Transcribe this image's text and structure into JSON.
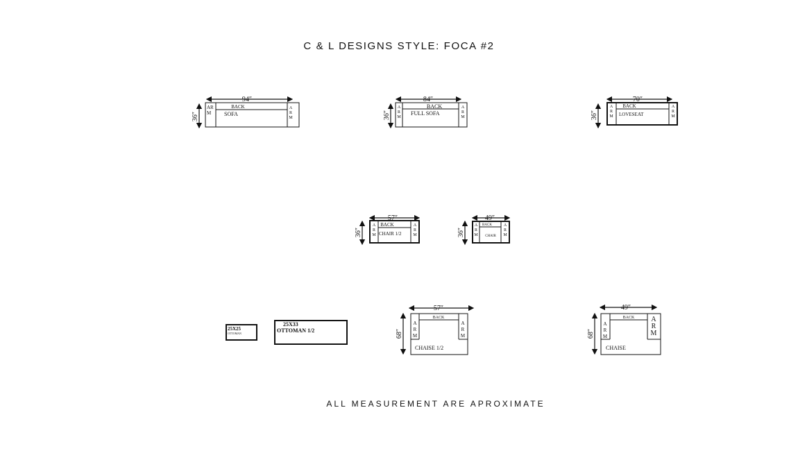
{
  "header": {
    "title": "C & L DESIGNS STYLE: FOCA #2"
  },
  "footer": {
    "note": "ALL MEASUREMENT ARE APROXIMATE"
  },
  "labels": {
    "back": "BACK",
    "arm_a": "A",
    "arm_r": "R",
    "arm_m": "M",
    "arm_ar": "AR"
  },
  "pieces": {
    "sofa": {
      "width": "94″",
      "depth": "36″",
      "name": "SOFA"
    },
    "full_sofa": {
      "width": "84″",
      "depth": "36″",
      "name": "FULL SOFA"
    },
    "loveseat": {
      "width": "70″",
      "depth": "36″",
      "name": "LOVESEAT"
    },
    "chair_half": {
      "width": "57″",
      "depth": "36″",
      "name": "CHAIR 1/2"
    },
    "chair": {
      "width": "49″",
      "depth": "36″",
      "name": "CHAIR"
    },
    "ottoman": {
      "size": "25X25",
      "name": "OTTOMAN"
    },
    "ottoman_half": {
      "size": "25X33",
      "name": "OTTOMAN 1/2"
    },
    "chaise_half": {
      "width": "57″",
      "depth": "68″",
      "name": "CHAISE 1/2"
    },
    "chaise": {
      "width": "49″",
      "depth": "68″",
      "name": "CHAISE"
    }
  }
}
